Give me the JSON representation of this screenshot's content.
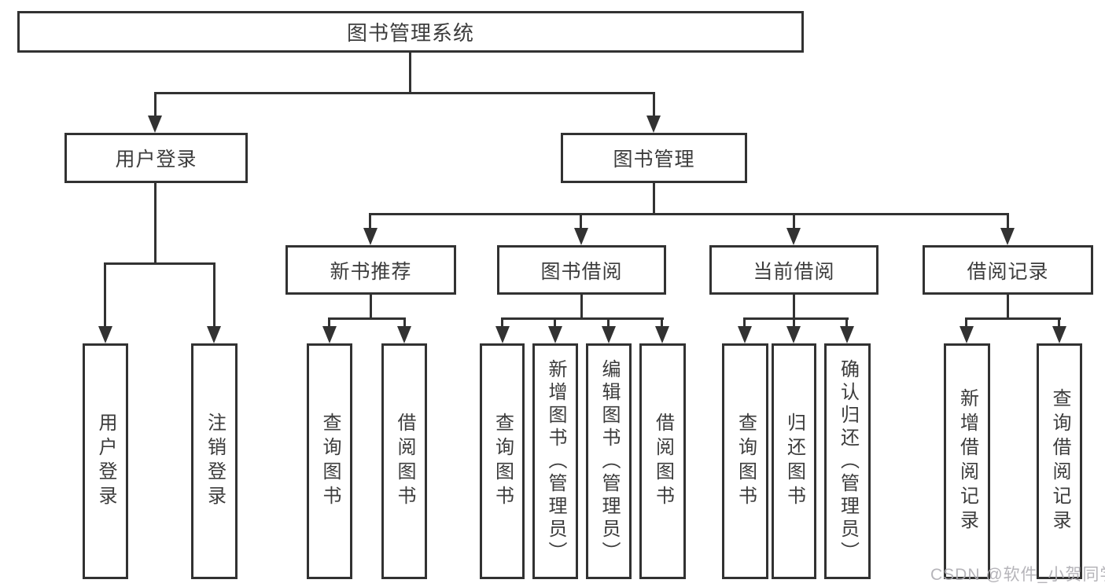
{
  "tree": {
    "root": {
      "label": "图书管理系统",
      "children": [
        {
          "label": "用户登录",
          "children": [
            {
              "label": "用户登录"
            },
            {
              "label": "注销登录"
            }
          ]
        },
        {
          "label": "图书管理",
          "children": [
            {
              "label": "新书推荐",
              "children": [
                {
                  "label": "查询图书"
                },
                {
                  "label": "借阅图书"
                }
              ]
            },
            {
              "label": "图书借阅",
              "children": [
                {
                  "label": "查询图书"
                },
                {
                  "label": "新增图书（管理员）"
                },
                {
                  "label": "编辑图书（管理员）"
                },
                {
                  "label": "借阅图书"
                }
              ]
            },
            {
              "label": "当前借阅",
              "children": [
                {
                  "label": "查询图书"
                },
                {
                  "label": "归还图书"
                },
                {
                  "label": "确认归还（管理员）"
                }
              ]
            },
            {
              "label": "借阅记录",
              "children": [
                {
                  "label": "新增借阅记录"
                },
                {
                  "label": "查询借阅记录"
                }
              ]
            }
          ]
        }
      ]
    }
  },
  "watermark": {
    "text": "CSDN @软件_小贺同学"
  },
  "colors": {
    "line": "#323232",
    "text": "#3c3c3c",
    "background": "#ffffff",
    "watermark": "#aeacb2"
  }
}
